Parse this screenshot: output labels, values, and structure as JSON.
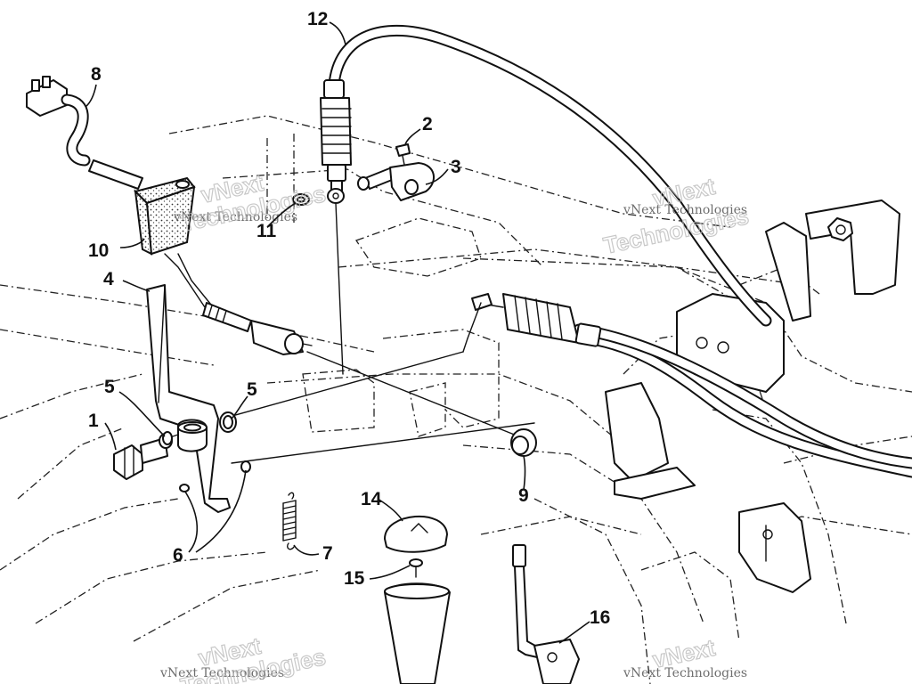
{
  "callouts": [
    {
      "id": "1",
      "label": "1"
    },
    {
      "id": "2",
      "label": "2"
    },
    {
      "id": "3",
      "label": "3"
    },
    {
      "id": "4",
      "label": "4"
    },
    {
      "id": "5a",
      "label": "5"
    },
    {
      "id": "5b",
      "label": "5"
    },
    {
      "id": "6",
      "label": "6"
    },
    {
      "id": "7",
      "label": "7"
    },
    {
      "id": "8",
      "label": "8"
    },
    {
      "id": "9",
      "label": "9"
    },
    {
      "id": "10",
      "label": "10"
    },
    {
      "id": "11",
      "label": "11"
    },
    {
      "id": "12",
      "label": "12"
    },
    {
      "id": "14",
      "label": "14"
    },
    {
      "id": "15",
      "label": "15"
    },
    {
      "id": "16",
      "label": "16"
    }
  ],
  "watermark": {
    "line1": "vNext Technologies",
    "line2a": "vNext",
    "line2b": "Technologies"
  },
  "colors": {
    "ink": "#111111",
    "background": "#ffffff",
    "watermark": "#999999"
  }
}
